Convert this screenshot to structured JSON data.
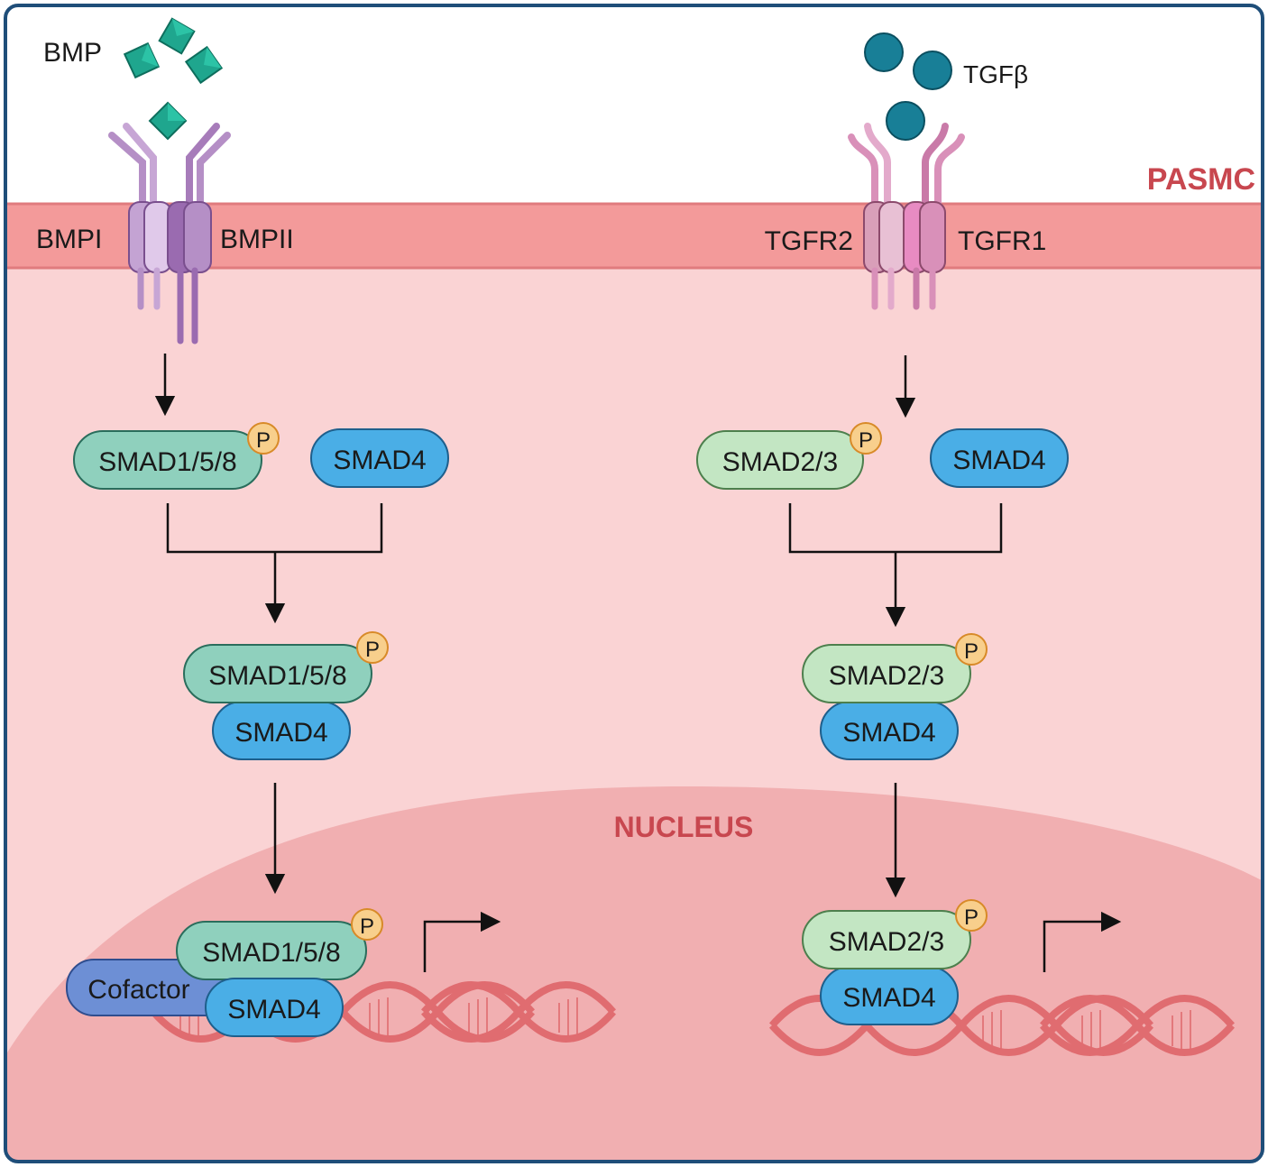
{
  "labels": {
    "bmp": "BMP",
    "tgfb": "TGFβ",
    "pasmc": "PASMC",
    "nucleus": "NUCLEUS",
    "bmp1": "BMPI",
    "bmp2": "BMPII",
    "tgfr2": "TGFR2",
    "tgfr1": "TGFR1"
  },
  "left": {
    "smad_r": "SMAD1/5/8",
    "smad4": "SMAD4",
    "complex_r": "SMAD1/5/8",
    "complex_4": "SMAD4",
    "nuc_r": "SMAD1/5/8",
    "nuc_4": "SMAD4",
    "cofactor": "Cofactor"
  },
  "right": {
    "smad_r": "SMAD2/3",
    "smad4": "SMAD4",
    "complex_r": "SMAD2/3",
    "complex_4": "SMAD4",
    "nuc_r": "SMAD2/3",
    "nuc_4": "SMAD4"
  },
  "phospho": "P",
  "colors": {
    "border": "#1f4e79",
    "membrane": "#f39a9a",
    "cytoplasm": "#fad3d4",
    "nucleus": "#f1afb1",
    "smad158": "#8fd0bd",
    "smad23": "#c3e6c3",
    "smad4": "#4aaee6",
    "cofactor": "#6d8fd5",
    "phospho": "#f8cf8c",
    "bmp_ligand": "#1fa68e",
    "tgf_ligand": "#187f97",
    "receptor_bmp": "#b58fc6",
    "receptor_tgf": "#d990b9",
    "dna": "#e06c70",
    "accent_red": "#c8474f"
  }
}
